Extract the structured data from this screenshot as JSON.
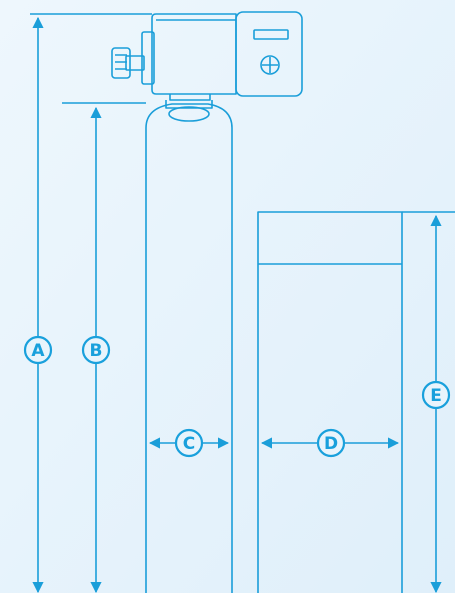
{
  "dimensions": {
    "a": {
      "label": "A"
    },
    "b": {
      "label": "B"
    },
    "c": {
      "label": "C"
    },
    "d": {
      "label": "D"
    },
    "e": {
      "label": "E"
    }
  },
  "colors": {
    "line": "#1a9ed9",
    "accent": "#19a0dc",
    "background": "#e8f4fc",
    "fill": "#edf7fd"
  }
}
